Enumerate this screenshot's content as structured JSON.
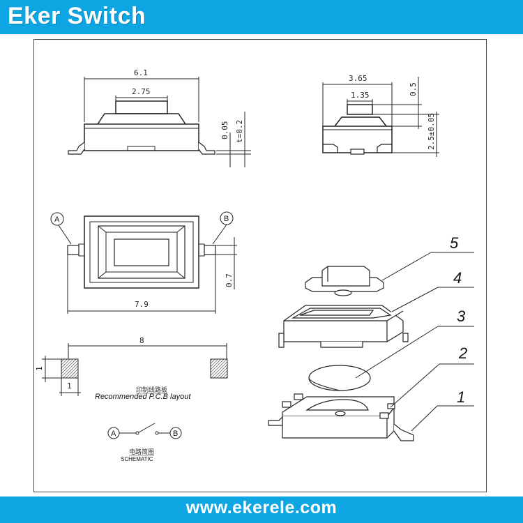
{
  "header": {
    "brand": "Eker Switch",
    "bg_color": "#0ea5e3"
  },
  "footer": {
    "url": "www.ekerele.com"
  },
  "dimensions": {
    "width_total": "6.1",
    "button_width": "2.75",
    "gap": "0.05",
    "thickness": "t=0.2",
    "side_width": "3.65",
    "side_button": "1.35",
    "stem_height": "0.5",
    "height": "2.5±0.05",
    "pin_width": "0.7",
    "span": "7.9",
    "pad_spacing": "8",
    "pad_height": "1",
    "pad_width": "1"
  },
  "terminals": {
    "a": "A",
    "b": "B"
  },
  "labels": {
    "pcb_cn": "印制线路板",
    "pcb_en": "Recommended P.C.B layout",
    "schematic_cn": "电路简图",
    "schematic_en": "SCHEMATIC"
  },
  "parts": [
    "5",
    "4",
    "3",
    "2",
    "1"
  ]
}
